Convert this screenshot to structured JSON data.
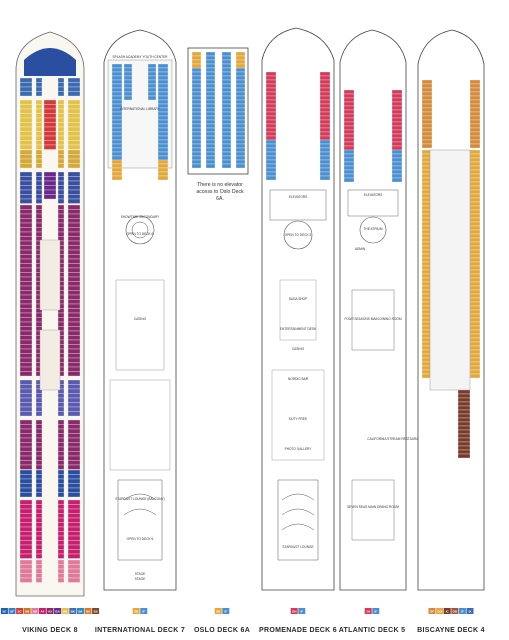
{
  "decks": [
    {
      "id": "viking",
      "title": "VIKING DECK 8",
      "room_labels": [],
      "category_key": [
        {
          "code": "SE",
          "color": "#1f5fa8"
        },
        {
          "code": "SF",
          "color": "#3a7fc4"
        },
        {
          "code": "SC",
          "color": "#d43a3a"
        },
        {
          "code": "SB",
          "color": "#c47a2a"
        },
        {
          "code": "AB",
          "color": "#e07a9a"
        },
        {
          "code": "A4",
          "color": "#c81e6e"
        },
        {
          "code": "A5",
          "color": "#8a2a6a"
        },
        {
          "code": "BA",
          "color": "#6a2a8a"
        },
        {
          "code": "BB",
          "color": "#e3c24a"
        },
        {
          "code": "BK",
          "color": "#4a6ab0"
        },
        {
          "code": "B4",
          "color": "#2a8ac4"
        },
        {
          "code": "B6",
          "color": "#d47a2a"
        },
        {
          "code": "B9",
          "color": "#7a4a2a"
        }
      ]
    },
    {
      "id": "international",
      "title": "INTERNATIONAL DECK 7",
      "room_labels": [
        "SPLASH ACADEMY YOUTH CENTER",
        "INTERNATIONAL LIBRARY",
        "SHOWTIME SECONDARY",
        "OPEN TO DECK 6",
        "CASINO",
        "STARDUST LOUNGE (BALCONY)",
        "OPEN TO DECK 6",
        "STAGE",
        "STAGE"
      ],
      "category_key": [
        {
          "code": "OB",
          "color": "#e3a83a"
        },
        {
          "code": "IF",
          "color": "#4a90d0"
        }
      ]
    },
    {
      "id": "oslo",
      "title": "OSLO DECK 6A",
      "room_labels": [],
      "note": "There is no elevator access to Oslo Deck 6A.",
      "category_key": [
        {
          "code": "OB",
          "color": "#e3a83a"
        },
        {
          "code": "IF",
          "color": "#4a90d0"
        }
      ]
    },
    {
      "id": "promenade",
      "title": "PROMENADE DECK 6",
      "room_labels": [
        "ELEVATORS",
        "OPEN TO DECK 5",
        "SAGA SHOP",
        "ENTERTAINMENT DESK",
        "CASINO",
        "NORDIC BAR",
        "DUTY FREE",
        "PHOTO GALLERY",
        "STARDUST LOUNGE"
      ],
      "category_key": [
        {
          "code": "OH",
          "color": "#d43a5a"
        },
        {
          "code": "IF",
          "color": "#4a90d0"
        }
      ]
    },
    {
      "id": "atlantic",
      "title": "ATLANTIC DECK 5",
      "room_labels": [
        "ELEVATORS",
        "THE ATRIUM",
        "ADMIN",
        "FOUR SEASONS MAIN DINING ROOM",
        "SEVEN SEAS MAIN DINING ROOM",
        "CALIFORNIA STREAM RESTAURANT"
      ],
      "category_key": [
        {
          "code": "OI",
          "color": "#d43a5a"
        },
        {
          "code": "IF",
          "color": "#4a90d0"
        }
      ]
    },
    {
      "id": "biscayne",
      "title": "BISCAYNE DECK 4",
      "room_labels": [],
      "category_key": [
        {
          "code": "OF",
          "color": "#d48a3a"
        },
        {
          "code": "OO",
          "color": "#e3a83a"
        },
        {
          "code": "IC",
          "color": "#7a3a2a"
        },
        {
          "code": "OB",
          "color": "#a05a3a"
        },
        {
          "code": "IF",
          "color": "#4a90d0"
        },
        {
          "code": "IX",
          "color": "#3a6ab0"
        }
      ]
    }
  ]
}
